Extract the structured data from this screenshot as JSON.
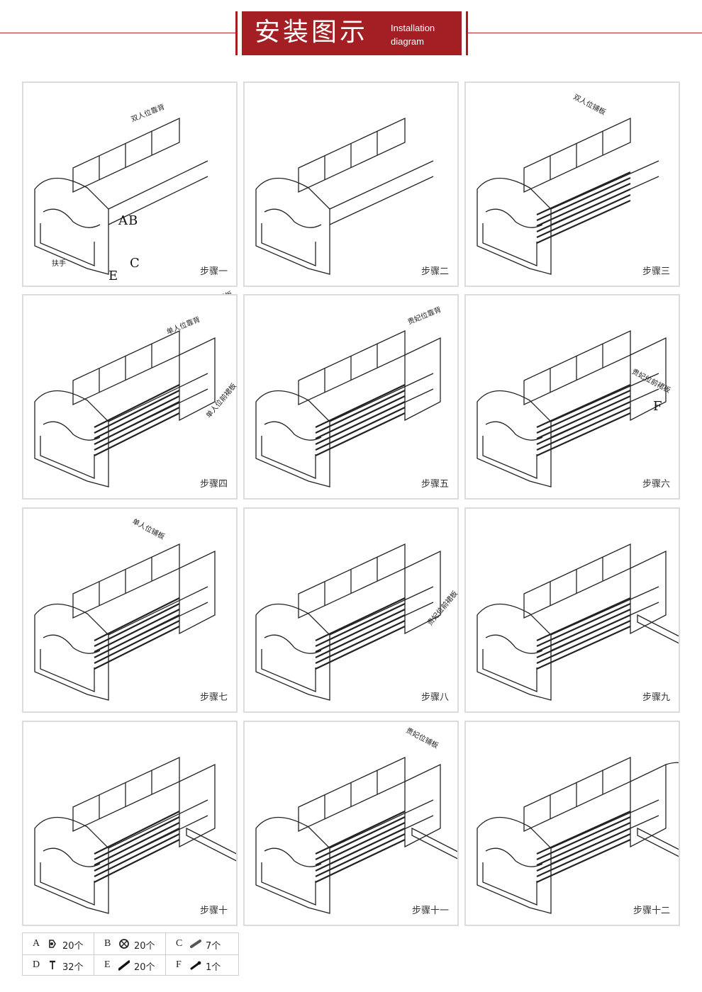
{
  "header": {
    "title": "安装图示",
    "subtitle_line1": "Installation",
    "subtitle_line2": "diagram"
  },
  "panels": [
    {
      "step": "步骤一",
      "labels": [
        "双人位靠背",
        "双人位前裙板",
        "扶手"
      ],
      "tags": [
        "A",
        "B",
        "C",
        "E"
      ]
    },
    {
      "step": "步骤二",
      "labels": [],
      "tags": []
    },
    {
      "step": "步骤三",
      "labels": [
        "双人位铺板"
      ],
      "tags": []
    },
    {
      "step": "步骤四",
      "labels": [
        "单人位靠背",
        "单人位前裙板"
      ],
      "tags": []
    },
    {
      "step": "步骤五",
      "labels": [
        "贵妃位靠背"
      ],
      "tags": []
    },
    {
      "step": "步骤六",
      "labels": [
        "贵妃位前裙板"
      ],
      "tags": [
        "F"
      ]
    },
    {
      "step": "步骤七",
      "labels": [
        "单人位铺板"
      ],
      "tags": []
    },
    {
      "step": "步骤八",
      "labels": [
        "贵妃位前裙板"
      ],
      "tags": []
    },
    {
      "step": "步骤九",
      "labels": [],
      "tags": []
    },
    {
      "step": "步骤十",
      "labels": [],
      "tags": []
    },
    {
      "step": "步骤十一",
      "labels": [
        "贵妃位铺板"
      ],
      "tags": []
    },
    {
      "step": "步骤十二",
      "labels": [],
      "tags": []
    }
  ],
  "parts": [
    {
      "letter": "A",
      "icon": "cam-lock-icon",
      "count": "20个"
    },
    {
      "letter": "B",
      "icon": "cam-nut-icon",
      "count": "20个"
    },
    {
      "letter": "C",
      "icon": "dowel-icon",
      "count": "7个"
    },
    {
      "letter": "D",
      "icon": "screw-icon",
      "count": "32个"
    },
    {
      "letter": "E",
      "icon": "connecting-bolt-icon",
      "count": "20个"
    },
    {
      "letter": "F",
      "icon": "long-bolt-icon",
      "count": "1个"
    }
  ]
}
